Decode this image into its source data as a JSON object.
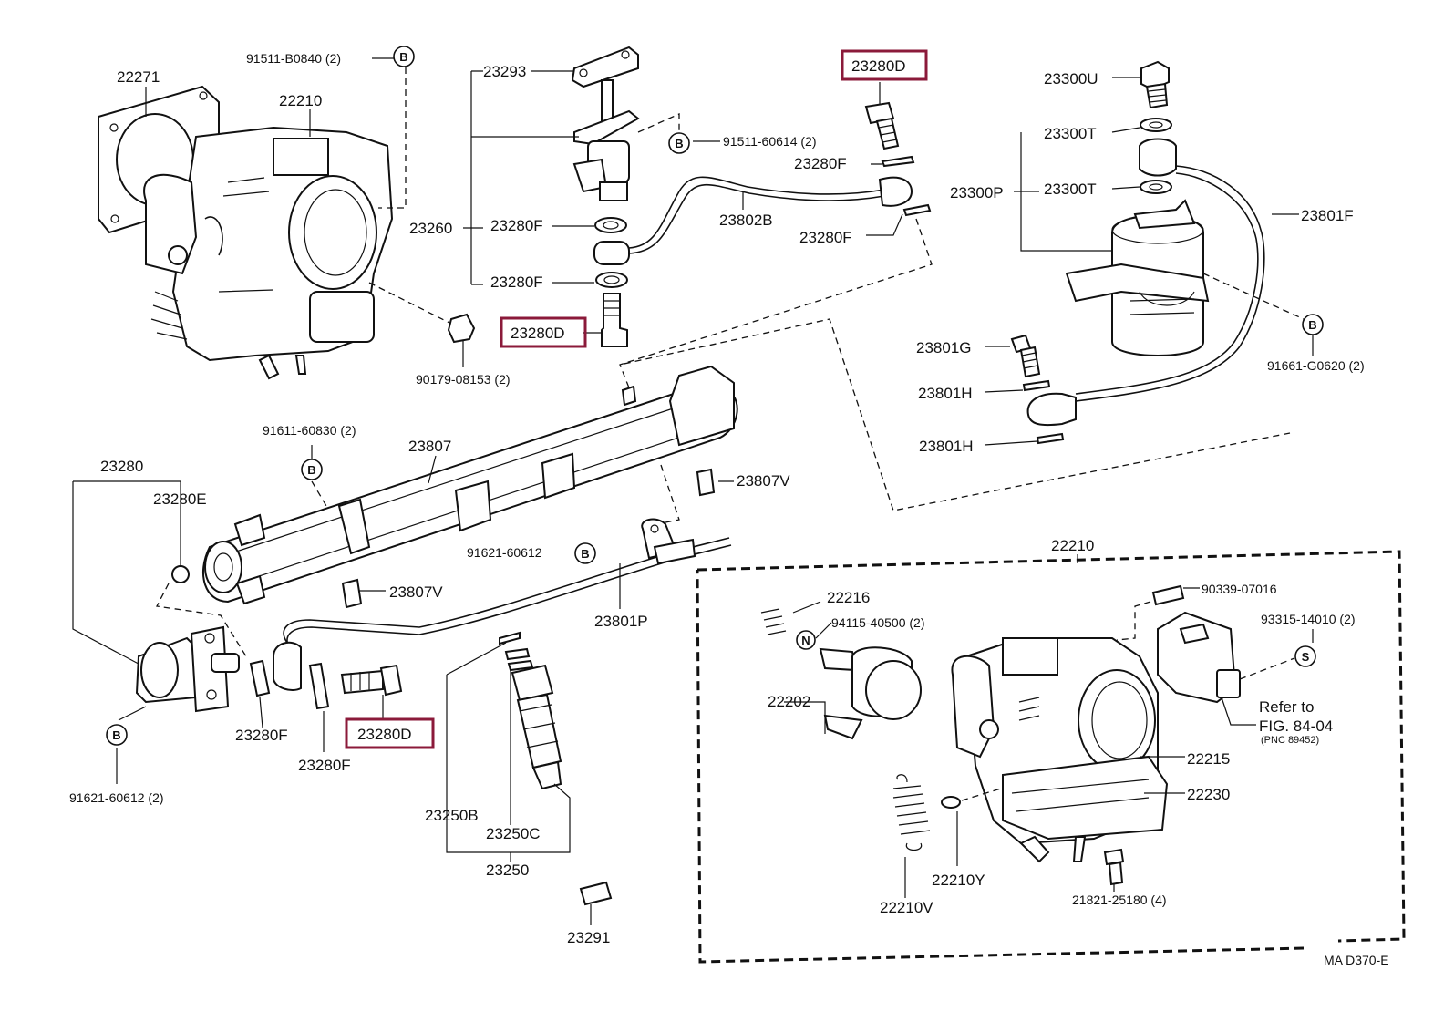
{
  "footer": {
    "code": "MA D370-E"
  },
  "symbols": {
    "b": "B",
    "n": "N",
    "s": "S"
  },
  "callouts": {
    "c22271": "22271",
    "c91511_b0840": "91511-B0840 (2)",
    "c22210_top": "22210",
    "c23293": "23293",
    "c91511_60614": "91511-60614 (2)",
    "c23260": "23260",
    "c23280f_a": "23280F",
    "c23280f_b": "23280F",
    "c23280d_mid": "23280D",
    "c90179_08153": "90179-08153 (2)",
    "c23280d_top": "23280D",
    "c23280f_c": "23280F",
    "c23802b": "23802B",
    "c23280f_d": "23280F",
    "c23300u": "23300U",
    "c23300t_a": "23300T",
    "c23300p": "23300P",
    "c23300t_b": "23300T",
    "c23801f": "23801F",
    "c91661_g0620": "91661-G0620 (2)",
    "c23801g": "23801G",
    "c23801h_a": "23801H",
    "c23801h_b": "23801H",
    "c91611_60830": "91611-60830 (2)",
    "c23807": "23807",
    "c23280": "23280",
    "c23280e": "23280E",
    "c23807v_a": "23807V",
    "c91621_60612_mid": "91621-60612",
    "c23807v_b": "23807V",
    "c23801p": "23801P",
    "c23280f_e": "23280F",
    "c23280f_f": "23280F",
    "c23280d_bot": "23280D",
    "c91621_60612_bot": "91621-60612 (2)",
    "c23250b": "23250B",
    "c23250c": "23250C",
    "c23250": "23250",
    "c23291": "23291",
    "c22210_box": "22210",
    "c22216": "22216",
    "c94115_40500": "94115-40500 (2)",
    "c90339_07016": "90339-07016",
    "c93315_14010": "93315-14010 (2)",
    "c22202": "22202",
    "c22215": "22215",
    "c22230": "22230",
    "c22210v": "22210V",
    "c22210y": "22210Y",
    "c21821_25180": "21821-25180 (4)"
  },
  "refer": {
    "line1": "Refer to",
    "line2": "FIG. 84-04",
    "line3": "(PNC 89452)"
  },
  "highlight_color": "#8b1a3a"
}
